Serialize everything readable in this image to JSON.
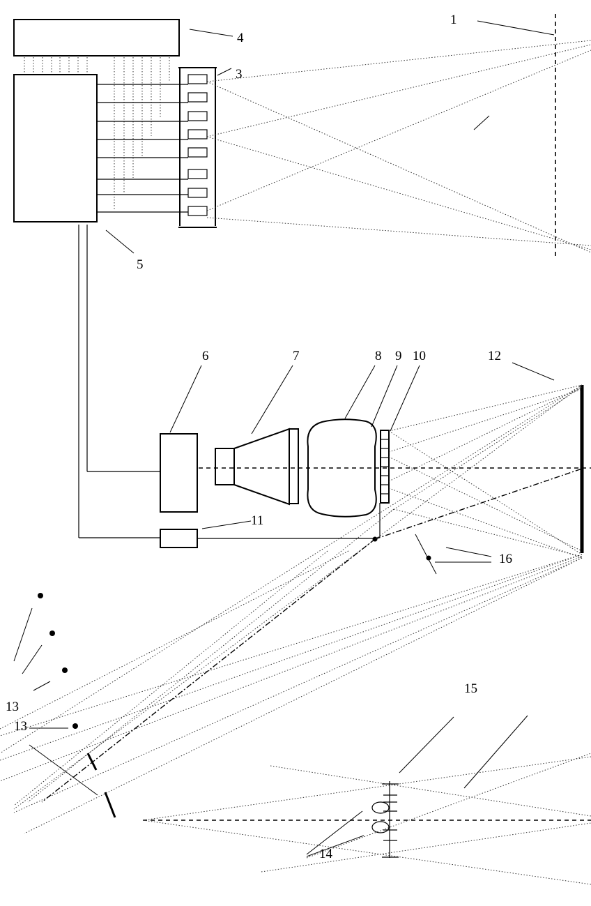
{
  "labels": {
    "l1": "1",
    "l3": "3",
    "l4": "4",
    "l5": "5",
    "l6": "6",
    "l7": "7",
    "l8": "8",
    "l9": "9",
    "l10": "10",
    "l11": "11",
    "l12": "12",
    "l13a": "13",
    "l13b": "13",
    "l14": "14",
    "l15": "15",
    "l16": "16"
  }
}
